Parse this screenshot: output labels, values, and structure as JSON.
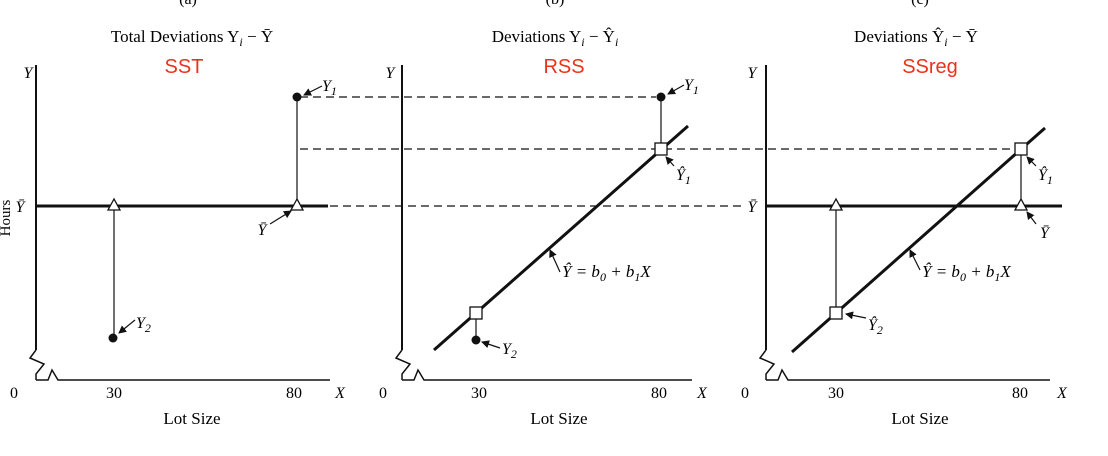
{
  "panels": [
    {
      "letter": "(a)",
      "title": "Total Deviations Y",
      "title_sub": "i",
      "title_tail": " − Ȳ",
      "label": "SST",
      "y_axis": "Y",
      "y_mean": "Ȳ",
      "x_axis": "X",
      "origin": "0",
      "tick_30": "30",
      "tick_80": "80",
      "x_title": "Lot Size",
      "ann_y1": "Y",
      "ann_y1_sub": "1",
      "ann_y2": "Y",
      "ann_y2_sub": "2",
      "ann_ybar": "Ȳ"
    },
    {
      "letter": "(b)",
      "title": "Deviations Y",
      "title_sub": "i",
      "title_tail": " − Ŷ",
      "title_tail_sub": "i",
      "label": "RSS",
      "y_axis": "Y",
      "x_axis": "X",
      "origin": "0",
      "tick_30": "30",
      "tick_80": "80",
      "x_title": "Lot Size",
      "ann_y1": "Y",
      "ann_y1_sub": "1",
      "ann_yhat1": "Ŷ",
      "ann_yhat1_sub": "1",
      "ann_y2": "Y",
      "ann_y2_sub": "2",
      "eq": "Ŷ = b",
      "eq_sub0": "0",
      "eq_mid": " + b",
      "eq_sub1": "1",
      "eq_tail": "X"
    },
    {
      "letter": "(c)",
      "title": "Deviations Ŷ",
      "title_sub": "i",
      "title_tail": " − Ȳ",
      "label": "SSreg",
      "y_axis": "Y",
      "y_mean": "Ȳ",
      "x_axis": "X",
      "origin": "0",
      "tick_30": "30",
      "tick_80": "80",
      "x_title": "Lot Size",
      "ann_yhat1": "Ŷ",
      "ann_yhat1_sub": "1",
      "ann_ybar": "Ȳ",
      "ann_yhat2": "Ŷ",
      "ann_yhat2_sub": "2",
      "eq": "Ŷ = b",
      "eq_sub0": "0",
      "eq_mid": " + b",
      "eq_sub1": "1",
      "eq_tail": "X"
    }
  ],
  "side_label": "Hours",
  "colors": {
    "ink": "#111111",
    "label_red": "#e8341c"
  }
}
